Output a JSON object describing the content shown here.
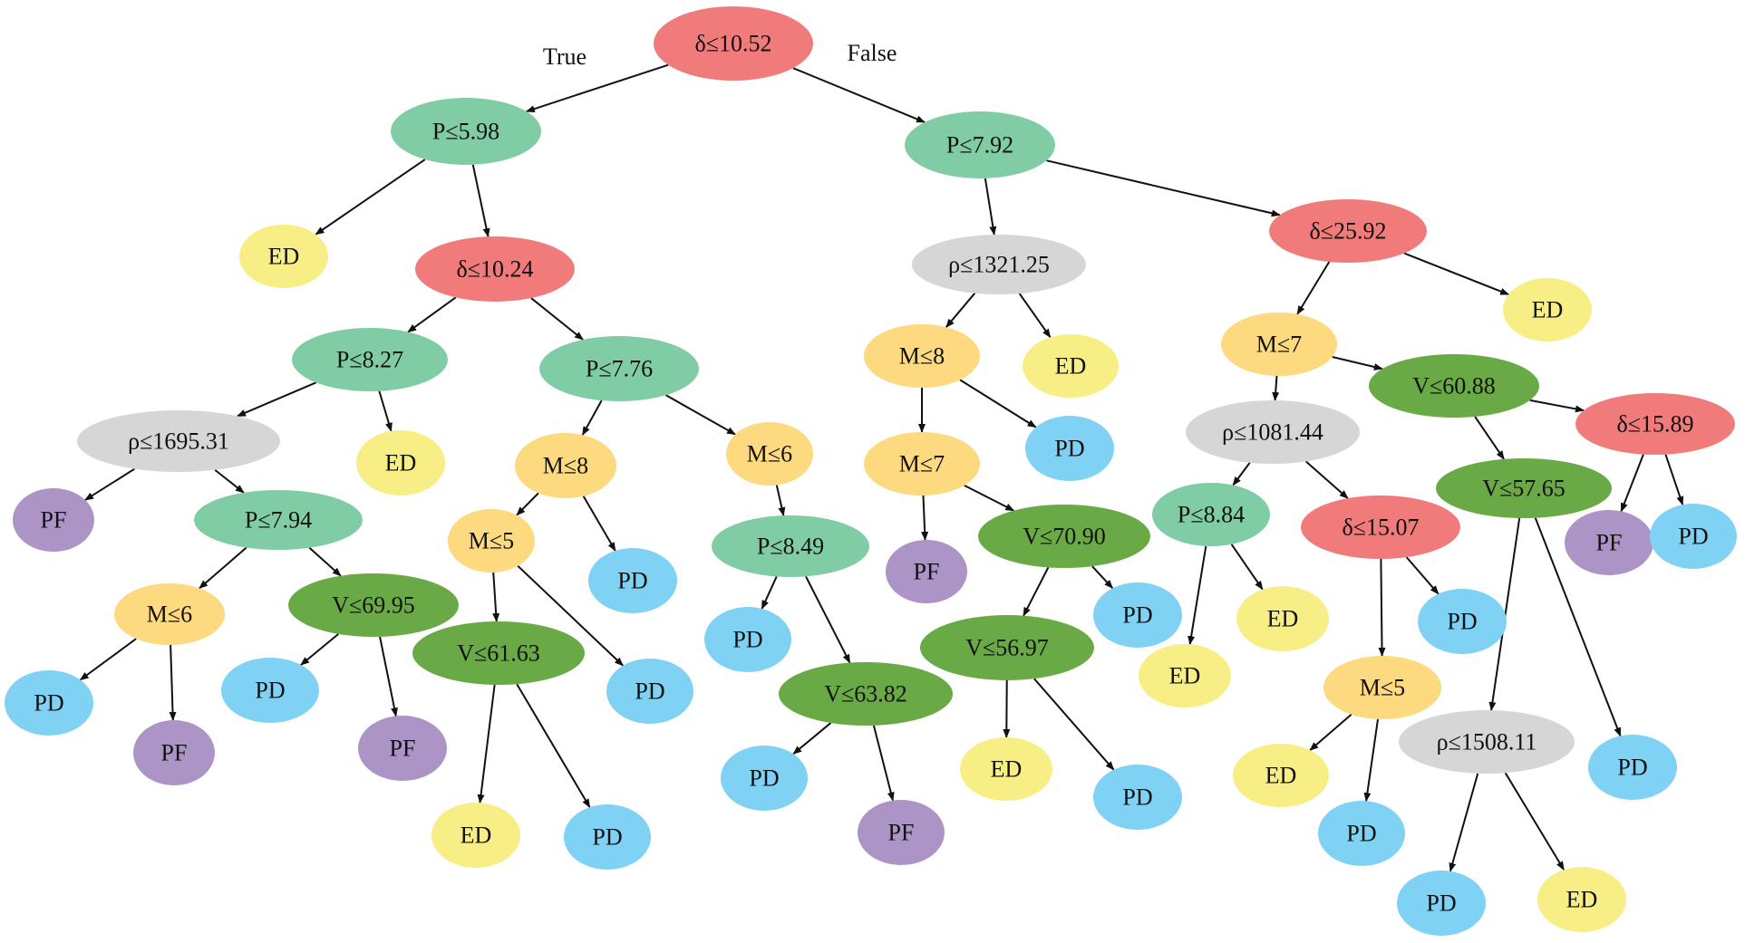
{
  "colors": {
    "red": "#F17B7B",
    "mint": "#80CCA4",
    "gray": "#D6D6D6",
    "orange": "#FDD980",
    "green": "#6AAA46",
    "yellow": "#F8EE86",
    "blue": "#80D2F4",
    "purple": "#AD94C7"
  },
  "edge_labels": {
    "true_label": "True",
    "false_label": "False"
  },
  "nodes": [
    {
      "id": "n1",
      "label": "δ≤10.52",
      "color": "red"
    },
    {
      "id": "n2",
      "label": "P≤5.98",
      "color": "mint"
    },
    {
      "id": "n3",
      "label": "P≤7.92",
      "color": "mint"
    },
    {
      "id": "n4",
      "label": "ED",
      "color": "yellow"
    },
    {
      "id": "n5",
      "label": "δ≤10.24",
      "color": "red"
    },
    {
      "id": "n6",
      "label": "P≤8.27",
      "color": "mint"
    },
    {
      "id": "n7",
      "label": "P≤7.76",
      "color": "mint"
    },
    {
      "id": "n8",
      "label": "ρ≤1695.31",
      "color": "gray"
    },
    {
      "id": "n9",
      "label": "ED",
      "color": "yellow"
    },
    {
      "id": "n10",
      "label": "PF",
      "color": "purple"
    },
    {
      "id": "n11",
      "label": "P≤7.94",
      "color": "mint"
    },
    {
      "id": "n12",
      "label": "M≤6",
      "color": "orange"
    },
    {
      "id": "n13",
      "label": "V≤69.95",
      "color": "green"
    },
    {
      "id": "n14",
      "label": "PD",
      "color": "blue"
    },
    {
      "id": "n15",
      "label": "PF",
      "color": "purple"
    },
    {
      "id": "n16",
      "label": "PD",
      "color": "blue"
    },
    {
      "id": "n17",
      "label": "PF",
      "color": "purple"
    },
    {
      "id": "n18",
      "label": "M≤8",
      "color": "orange"
    },
    {
      "id": "n19",
      "label": "M≤6",
      "color": "orange"
    },
    {
      "id": "n20",
      "label": "M≤5",
      "color": "orange"
    },
    {
      "id": "n21",
      "label": "PD",
      "color": "blue"
    },
    {
      "id": "n22",
      "label": "V≤61.63",
      "color": "green"
    },
    {
      "id": "n23",
      "label": "PD",
      "color": "blue"
    },
    {
      "id": "n24",
      "label": "ED",
      "color": "yellow"
    },
    {
      "id": "n25",
      "label": "PD",
      "color": "blue"
    },
    {
      "id": "n26",
      "label": "P≤8.49",
      "color": "mint"
    },
    {
      "id": "n27",
      "label": "PD",
      "color": "blue"
    },
    {
      "id": "n28",
      "label": "V≤63.82",
      "color": "green"
    },
    {
      "id": "n29",
      "label": "PD",
      "color": "blue"
    },
    {
      "id": "n30",
      "label": "PF",
      "color": "purple"
    },
    {
      "id": "n31",
      "label": "ρ≤1321.25",
      "color": "gray"
    },
    {
      "id": "n32",
      "label": "δ≤25.92",
      "color": "red"
    },
    {
      "id": "n33",
      "label": "M≤8",
      "color": "orange"
    },
    {
      "id": "n34",
      "label": "ED",
      "color": "yellow"
    },
    {
      "id": "n35",
      "label": "M≤7",
      "color": "orange"
    },
    {
      "id": "n36",
      "label": "PD",
      "color": "blue"
    },
    {
      "id": "n37",
      "label": "PF",
      "color": "purple"
    },
    {
      "id": "n38",
      "label": "V≤70.90",
      "color": "green"
    },
    {
      "id": "n39",
      "label": "V≤56.97",
      "color": "green"
    },
    {
      "id": "n40",
      "label": "PD",
      "color": "blue"
    },
    {
      "id": "n41",
      "label": "ED",
      "color": "yellow"
    },
    {
      "id": "n42",
      "label": "PD",
      "color": "blue"
    },
    {
      "id": "n43",
      "label": "M≤7",
      "color": "orange"
    },
    {
      "id": "n44",
      "label": "ED",
      "color": "yellow"
    },
    {
      "id": "n45",
      "label": "ρ≤1081.44",
      "color": "gray"
    },
    {
      "id": "n46",
      "label": "V≤60.88",
      "color": "green"
    },
    {
      "id": "n47",
      "label": "P≤8.84",
      "color": "mint"
    },
    {
      "id": "n48",
      "label": "δ≤15.07",
      "color": "red"
    },
    {
      "id": "n49",
      "label": "ED",
      "color": "yellow"
    },
    {
      "id": "n50",
      "label": "ED",
      "color": "yellow"
    },
    {
      "id": "n51",
      "label": "PD",
      "color": "blue"
    },
    {
      "id": "n52",
      "label": "M≤5",
      "color": "orange"
    },
    {
      "id": "n53",
      "label": "ED",
      "color": "yellow"
    },
    {
      "id": "n54",
      "label": "PD",
      "color": "blue"
    },
    {
      "id": "n55",
      "label": "δ≤15.89",
      "color": "red"
    },
    {
      "id": "n56",
      "label": "V≤57.65",
      "color": "green"
    },
    {
      "id": "n57",
      "label": "PF",
      "color": "purple"
    },
    {
      "id": "n58",
      "label": "PD",
      "color": "blue"
    },
    {
      "id": "n59",
      "label": "ρ≤1508.11",
      "color": "gray"
    },
    {
      "id": "n60",
      "label": "PD",
      "color": "blue"
    },
    {
      "id": "n61",
      "label": "PD",
      "color": "blue"
    },
    {
      "id": "n62",
      "label": "ED",
      "color": "yellow"
    }
  ],
  "edges": [
    [
      "n1",
      "n2"
    ],
    [
      "n1",
      "n3"
    ],
    [
      "n2",
      "n4"
    ],
    [
      "n2",
      "n5"
    ],
    [
      "n5",
      "n6"
    ],
    [
      "n5",
      "n7"
    ],
    [
      "n6",
      "n8"
    ],
    [
      "n6",
      "n9"
    ],
    [
      "n8",
      "n10"
    ],
    [
      "n8",
      "n11"
    ],
    [
      "n11",
      "n12"
    ],
    [
      "n11",
      "n13"
    ],
    [
      "n12",
      "n14"
    ],
    [
      "n12",
      "n15"
    ],
    [
      "n13",
      "n16"
    ],
    [
      "n13",
      "n17"
    ],
    [
      "n7",
      "n18"
    ],
    [
      "n7",
      "n19"
    ],
    [
      "n18",
      "n20"
    ],
    [
      "n18",
      "n21"
    ],
    [
      "n20",
      "n22"
    ],
    [
      "n20",
      "n23"
    ],
    [
      "n22",
      "n24"
    ],
    [
      "n22",
      "n25"
    ],
    [
      "n19",
      "n26"
    ],
    [
      "n26",
      "n27"
    ],
    [
      "n26",
      "n28"
    ],
    [
      "n28",
      "n29"
    ],
    [
      "n28",
      "n30"
    ],
    [
      "n3",
      "n31"
    ],
    [
      "n3",
      "n32"
    ],
    [
      "n31",
      "n33"
    ],
    [
      "n31",
      "n34"
    ],
    [
      "n33",
      "n35"
    ],
    [
      "n33",
      "n36"
    ],
    [
      "n35",
      "n37"
    ],
    [
      "n35",
      "n38"
    ],
    [
      "n38",
      "n39"
    ],
    [
      "n38",
      "n40"
    ],
    [
      "n39",
      "n41"
    ],
    [
      "n39",
      "n42"
    ],
    [
      "n32",
      "n43"
    ],
    [
      "n32",
      "n44"
    ],
    [
      "n43",
      "n45"
    ],
    [
      "n43",
      "n46"
    ],
    [
      "n45",
      "n47"
    ],
    [
      "n45",
      "n48"
    ],
    [
      "n47",
      "n49"
    ],
    [
      "n47",
      "n50"
    ],
    [
      "n48",
      "n51"
    ],
    [
      "n48",
      "n52"
    ],
    [
      "n52",
      "n53"
    ],
    [
      "n52",
      "n54"
    ],
    [
      "n46",
      "n55"
    ],
    [
      "n46",
      "n56"
    ],
    [
      "n55",
      "n57"
    ],
    [
      "n55",
      "n58"
    ],
    [
      "n56",
      "n59"
    ],
    [
      "n56",
      "n60"
    ],
    [
      "n59",
      "n61"
    ],
    [
      "n59",
      "n62"
    ]
  ]
}
